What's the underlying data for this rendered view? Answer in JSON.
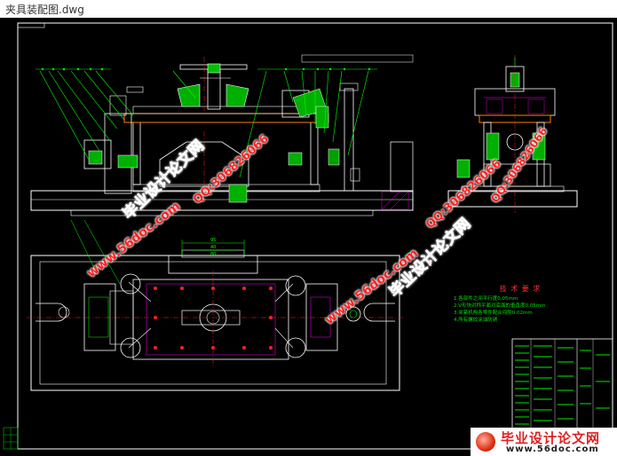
{
  "window": {
    "title": "夹具装配图.dwg"
  },
  "drawing": {
    "tech_requirements": {
      "title": "技 术 要 求",
      "lines": [
        "1.各部件之间平行度0.05mm",
        "2.V形块对称平面对底面的垂直度0.05mm",
        "3.夹紧机构各零件配合间隙0.02mm",
        "4.所有螺纹涂油防锈"
      ]
    },
    "dimension_labels": [
      "95",
      "40",
      "80"
    ]
  },
  "watermarks": {
    "site": "www.56doc.com",
    "qq": "QQ:306826066",
    "brand": "毕业设计论文网"
  },
  "logo": {
    "name": "毕业设计论文网",
    "url": "www.56doc.com"
  },
  "colors": {
    "canvas": "#000000",
    "outline": "#ffffff",
    "leader": "#00ff00",
    "part": "#00c000",
    "accent": "#ff2020",
    "magenta": "#ff00ff",
    "yellow": "#ffff00"
  }
}
